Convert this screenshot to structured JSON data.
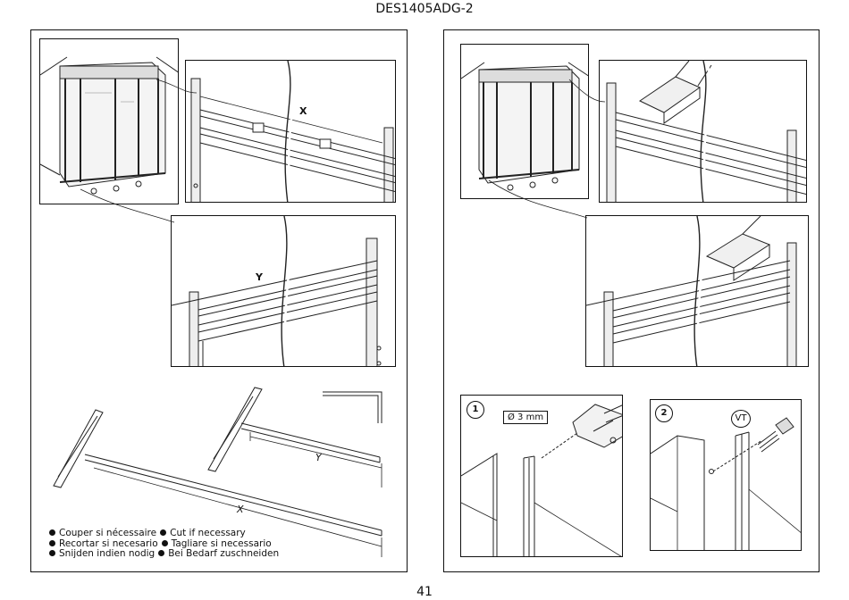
{
  "document": {
    "code": "DES1405ADG-2",
    "page_number": "41"
  },
  "left_panel": {
    "dimension_labels": {
      "x_upper": "X",
      "y_upper": "Y",
      "x_lower": "X",
      "y_lower": "Y"
    },
    "cut_note": {
      "fr": "Couper si nécessaire",
      "en": "Cut if necessary",
      "es": "Recortar si necesario",
      "it": "Tagliare si necessario",
      "nl": "Snijden indien nodig",
      "de": "Bei Bedarf zuschneiden"
    }
  },
  "right_panel": {
    "step1": {
      "number": "1",
      "drill_label": "Ø 3 mm"
    },
    "step2": {
      "number": "2",
      "screw_label": "VT"
    }
  }
}
